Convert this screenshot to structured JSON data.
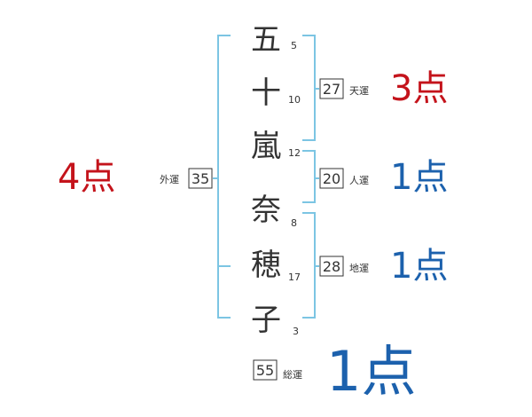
{
  "name": {
    "characters": [
      {
        "char": "五",
        "strokes": "5"
      },
      {
        "char": "十",
        "strokes": "10"
      },
      {
        "char": "嵐",
        "strokes": "12"
      },
      {
        "char": "奈",
        "strokes": "8"
      },
      {
        "char": "穂",
        "strokes": "17"
      },
      {
        "char": "子",
        "strokes": "3"
      }
    ]
  },
  "fortunes": {
    "tenkaku": {
      "value": "27",
      "label": "天運",
      "score": "3点"
    },
    "jinkaku": {
      "value": "20",
      "label": "人運",
      "score": "1点"
    },
    "chikaku": {
      "value": "28",
      "label": "地運",
      "score": "1点"
    },
    "gaikaku": {
      "value": "35",
      "label": "外運",
      "score": "4点"
    },
    "soukaku": {
      "value": "55",
      "label": "総運",
      "score": "1点"
    }
  },
  "colors": {
    "good": "#c4131b",
    "bad": "#1c61ad",
    "bracket": "#7cc5e3",
    "text": "#333333"
  }
}
